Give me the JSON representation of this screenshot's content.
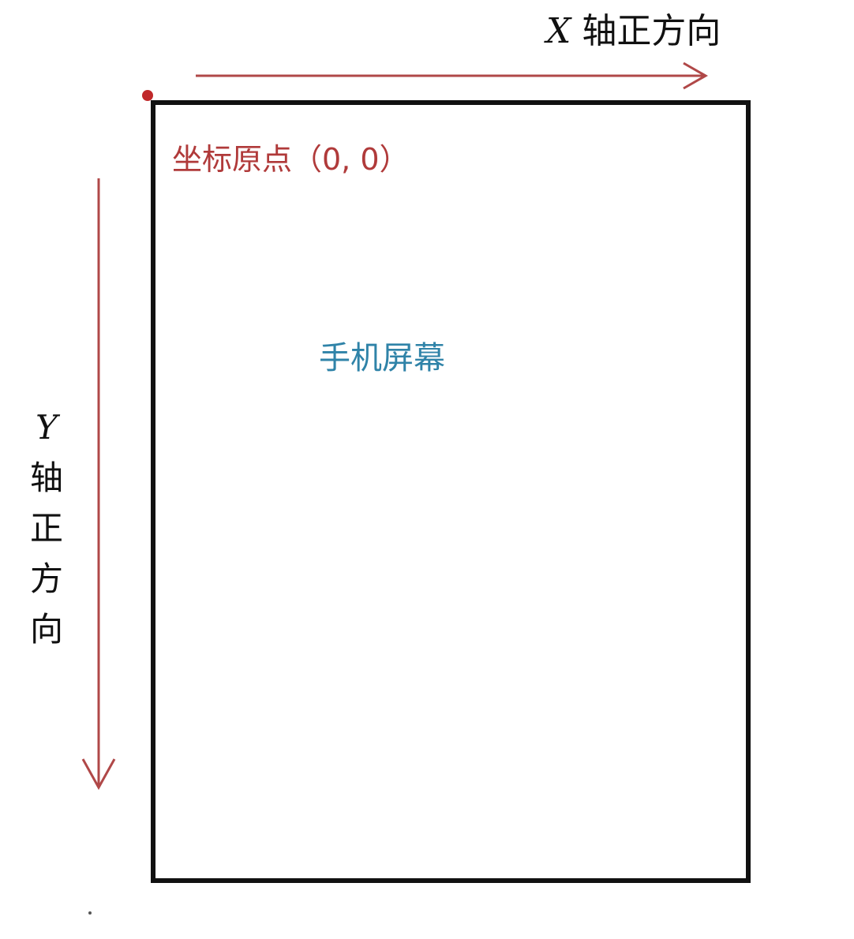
{
  "x_axis": {
    "letter": "X",
    "text": "轴正方向"
  },
  "y_axis": {
    "letter": "Y",
    "text": "轴正方向"
  },
  "origin_label": "坐标原点（0, 0）",
  "screen_label": "手机屏幕",
  "colors": {
    "arrow": "#b04848",
    "origin_text": "#b03a3a",
    "origin_dot": "#c0282a",
    "screen_text": "#2f83a8",
    "frame": "#111111"
  }
}
